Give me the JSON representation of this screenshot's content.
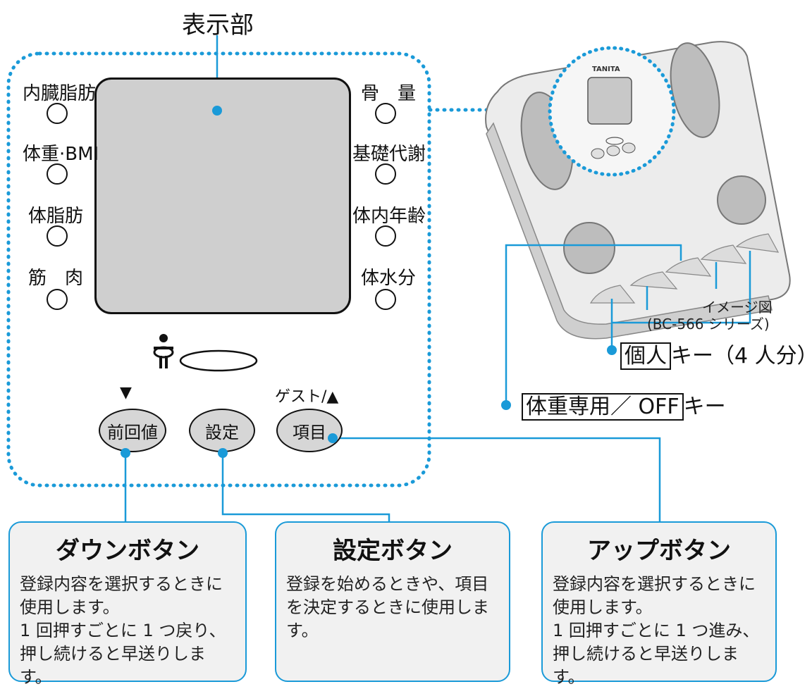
{
  "display": {
    "title": "表示部"
  },
  "indicators": {
    "left": [
      "内臓脂肪",
      "体重·BMI",
      "体脂肪",
      "筋　肉"
    ],
    "right": [
      "骨　量",
      "基礎代謝",
      "体内年齢",
      "体水分"
    ]
  },
  "controls": {
    "down_arrow": "▼",
    "guest_up": "ゲスト/▲",
    "buttons": {
      "prev": "前回値",
      "set": "設定",
      "item": "項目"
    }
  },
  "device": {
    "brand": "TANITA",
    "caption_line1": "イメージ図",
    "caption_line2": "(BC-566 シリーズ)"
  },
  "keys": {
    "personal_key_box": "個人",
    "personal_key_suffix": "キー（4 人分）",
    "weight_only_box": "体重専用／ OFF",
    "weight_only_suffix": "キー"
  },
  "callouts": [
    {
      "title": "ダウンボタン",
      "lines": [
        "登録内容を選択するときに",
        "使用します。",
        "1 回押すごとに 1 つ戻り、",
        "押し続けると早送りします。"
      ]
    },
    {
      "title": "設定ボタン",
      "lines": [
        "登録を始めるときや、項目",
        "を決定するときに使用しま",
        "す。"
      ]
    },
    {
      "title": "アップボタン",
      "lines": [
        "登録内容を選択するときに",
        "使用します。",
        "1 回押すごとに 1 つ進み、",
        "押し続けると早送りします。"
      ]
    }
  ],
  "colors": {
    "accent": "#1a9ad8",
    "lcd": "#cfcfcf",
    "button": "#d6d6d6"
  }
}
